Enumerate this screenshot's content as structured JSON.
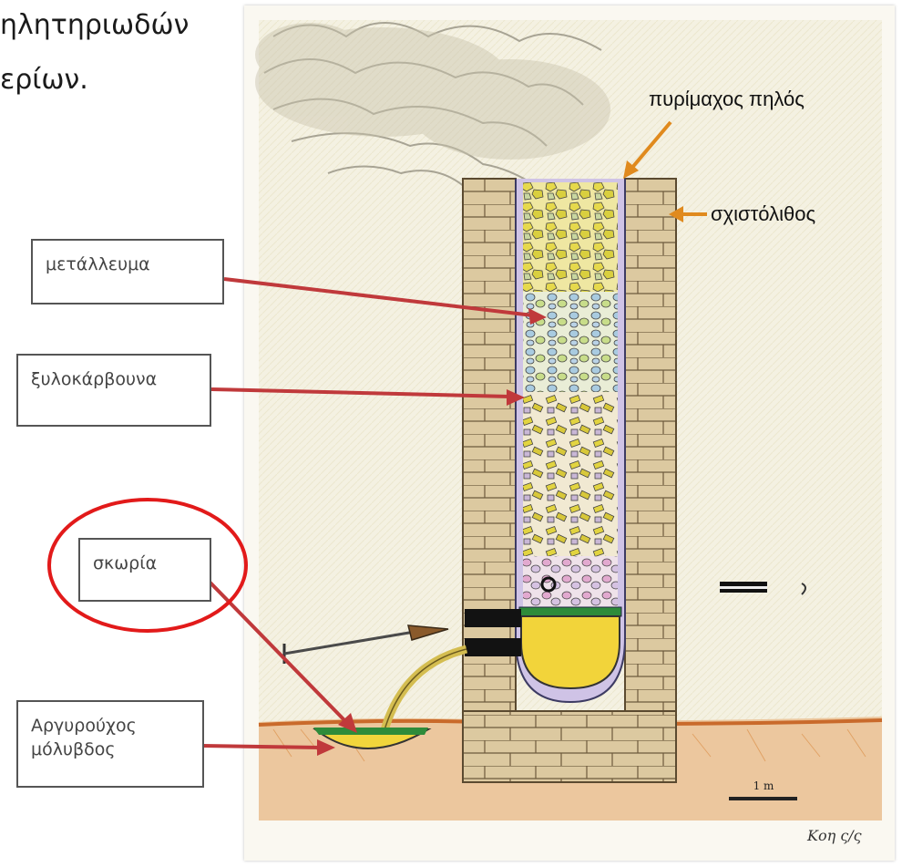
{
  "title": {
    "line1": "ηλητηριωδών",
    "line2": "ερίων."
  },
  "labels": {
    "refractory_clay": "πυρίμαχος πηλός",
    "schist": "σχιστόλιθος",
    "ore": "μετάλλευμα",
    "charcoal": "ξυλοκάρβουνα",
    "slag": "σκωρία",
    "argentiferous_lead_line1": "Αργυρούχος",
    "argentiferous_lead_line2": "μόλυβδος"
  },
  "scale_bar": "1 m",
  "signature": "Κοη ς/ς",
  "colors": {
    "label_arrow": "#c0393b",
    "top_arrow": "#e08a1e",
    "highlight_circle": "#e21a1a",
    "ground": "#d9783d",
    "ore_fill": "#e7de5a",
    "slag_fill": "#2e8b3a",
    "lead_fill": "#f2d43a",
    "clay_lining": "#b7a9d6",
    "stone": "#d8c69c"
  }
}
